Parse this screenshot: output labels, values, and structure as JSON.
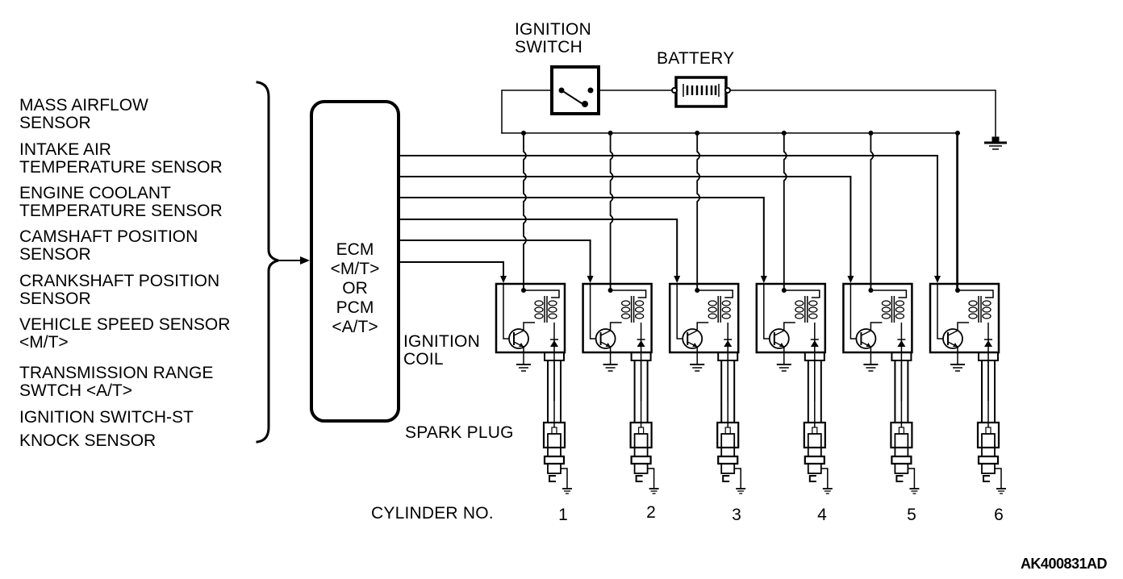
{
  "diagram": {
    "figure_code": "AK400831AD",
    "inputs_heading": "",
    "sensors": [
      "MASS AIRFLOW\nSENSOR",
      "INTAKE AIR\nTEMPERATURE SENSOR",
      "ENGINE COOLANT\nTEMPERATURE SENSOR",
      "CAMSHAFT POSITION\nSENSOR",
      "CRANKSHAFT POSITION\nSENSOR",
      "VEHICLE SPEED SENSOR\n<M/T>",
      "TRANSMISSION RANGE\nSWTCH <A/T>",
      "IGNITION SWITCH-ST",
      "KNOCK SENSOR"
    ],
    "controller_label": "ECM\n<M/T>\nOR\nPCM\n<A/T>",
    "ignition_switch_label": "IGNITION\nSWITCH",
    "battery_label": "BATTERY",
    "ignition_coil_label": "IGNITION\nCOIL",
    "spark_plug_label": "SPARK PLUG",
    "cylinder_label": "CYLINDER NO.",
    "cylinders": [
      "1",
      "2",
      "3",
      "4",
      "5",
      "6"
    ],
    "connections": [
      {
        "from": "ECM",
        "to": "ignition coil 1"
      },
      {
        "from": "ECM",
        "to": "ignition coil 2"
      },
      {
        "from": "ECM",
        "to": "ignition coil 3"
      },
      {
        "from": "ECM",
        "to": "ignition coil 4"
      },
      {
        "from": "ECM",
        "to": "ignition coil 5"
      },
      {
        "from": "ECM",
        "to": "ignition coil 6"
      },
      {
        "from": "ignition switch",
        "to": "ignition coil power rail"
      },
      {
        "from": "battery",
        "to": "ignition switch"
      },
      {
        "from": "battery",
        "to": "ground"
      },
      {
        "from": "sensors",
        "to": "ECM"
      }
    ]
  }
}
